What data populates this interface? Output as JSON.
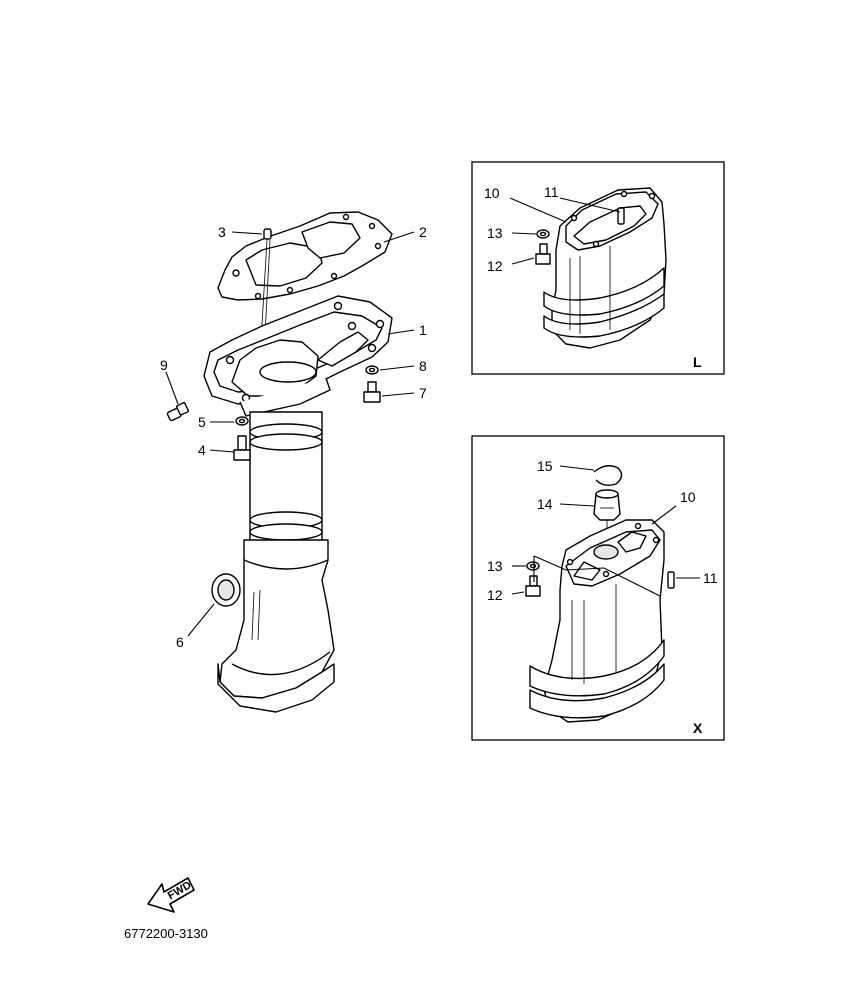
{
  "diagram": {
    "part_code": "6772200-3130",
    "fwd_label": "FWD",
    "main_callouts": [
      "1",
      "2",
      "3",
      "4",
      "5",
      "6",
      "7",
      "8",
      "9"
    ],
    "box_l": {
      "letter": "L",
      "callouts": [
        "10",
        "11",
        "12",
        "13"
      ]
    },
    "box_x": {
      "letter": "X",
      "callouts": [
        "10",
        "11",
        "12",
        "13",
        "14",
        "15"
      ]
    }
  }
}
